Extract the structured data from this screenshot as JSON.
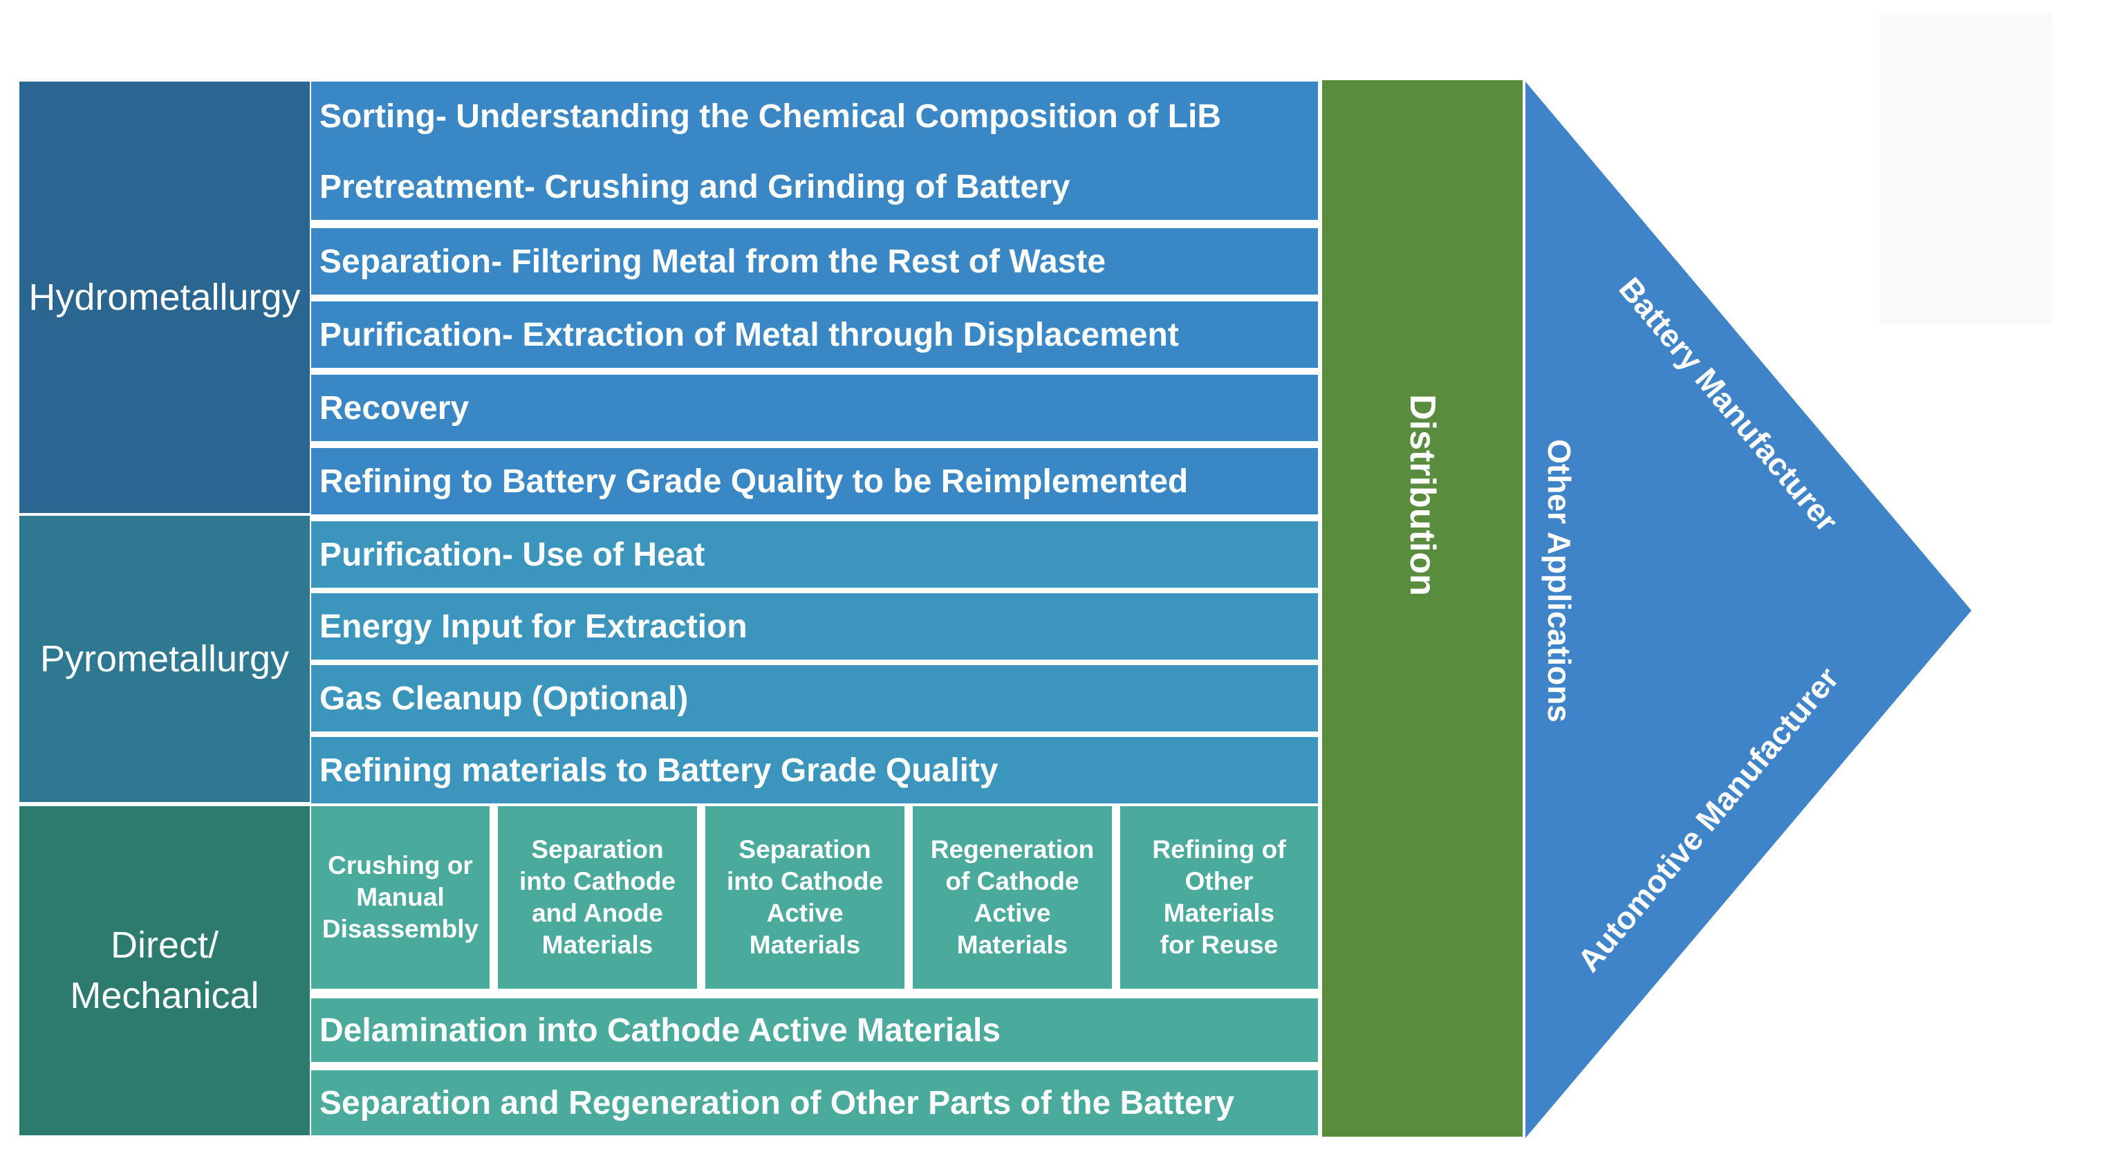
{
  "colors": {
    "hydro_label": "#2B6690",
    "hydro_step": "#3A87C6",
    "pyro_label": "#2F7891",
    "pyro_step": "#3C95BD",
    "direct_label": "#2D7A6E",
    "direct_step": "#4AAA9B",
    "distribution": "#5A8C3D",
    "arrow": "#3F83C9"
  },
  "categories": {
    "hydrometallurgy": "Hydrometallurgy",
    "pyrometallurgy": "Pyrometallurgy",
    "direct": "Direct/\nMechanical"
  },
  "hydro_steps": {
    "sorting": "Sorting- Understanding the Chemical Composition of LiB",
    "pretreatment": "Pretreatment- Crushing and Grinding of Battery",
    "separation": "Separation- Filtering Metal from the Rest of Waste",
    "purification": "Purification- Extraction of Metal through Displacement",
    "recovery": "Recovery",
    "refining": "Refining to Battery Grade Quality to be Reimplemented"
  },
  "pyro_steps": {
    "purification": "Purification- Use of Heat",
    "energy": "Energy Input for Extraction",
    "gas": "Gas Cleanup (Optional)",
    "refining": "Refining materials to Battery Grade Quality"
  },
  "direct_substeps": {
    "crushing": "Crushing or\nManual\nDisassembly",
    "separation_ca": "Separation\ninto Cathode\nand Anode\nMaterials",
    "separation_cam": "Separation\ninto Cathode\nActive\nMaterials",
    "regeneration": "Regeneration\nof Cathode\nActive\nMaterials",
    "refining_other": "Refining of\nOther\nMaterials\nfor Reuse"
  },
  "direct_steps": {
    "delamination": "Delamination into Cathode Active Materials",
    "separation_regen": "Separation and Regeneration of Other Parts of the Battery"
  },
  "distribution": "Distribution",
  "outputs": {
    "battery": "Battery Manufacturer",
    "other": "Other Applications",
    "automotive": "Automotive Manufacturer"
  }
}
